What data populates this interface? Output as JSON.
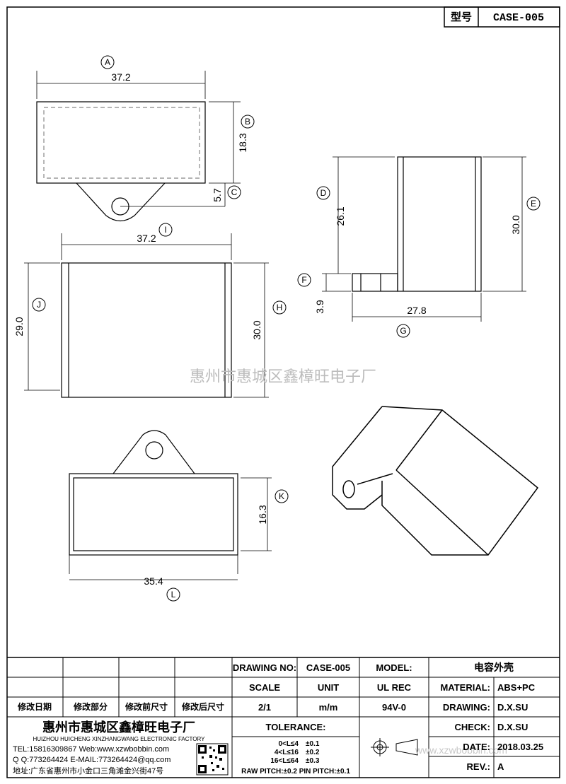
{
  "header": {
    "model_label": "型号",
    "model_value": "CASE-005"
  },
  "dims": {
    "a": "37.2",
    "b": "18.3",
    "c": "5.7",
    "d": "26.1",
    "e": "30.0",
    "f": "3.9",
    "g": "27.8",
    "i": "37.2",
    "j": "29.0",
    "h": "30.0",
    "k": "16.3",
    "l": "35.4"
  },
  "callouts": [
    "A",
    "B",
    "C",
    "D",
    "E",
    "F",
    "G",
    "H",
    "I",
    "J",
    "K",
    "L"
  ],
  "watermark": "惠州市惠城区鑫樟旺电子厂",
  "title_block": {
    "rev_headers": [
      "修改日期",
      "修改部分",
      "修改前尺寸",
      "修改后尺寸"
    ],
    "drawing_no_label": "DRAWING NO:",
    "drawing_no": "CASE-005",
    "model_label": "MODEL:",
    "model": "电容外壳",
    "scale_label": "SCALE",
    "unit_label": "UNIT",
    "ul_label": "UL REC",
    "material_label": "MATERIAL:",
    "material": "ABS+PC",
    "scale": "2/1",
    "unit": "m/m",
    "ul": "94V-0",
    "drawing_label": "DRAWING:",
    "drawing": "D.X.SU",
    "check_label": "CHECK:",
    "check": "D.X.SU",
    "date_label": "DATE:",
    "date": "2018.03.25",
    "rev_label": "REV.:",
    "rev": "A",
    "tolerance_label": "TOLERANCE:",
    "tol_rows": [
      {
        "range": "0<L≤4",
        "tol": "±0.1"
      },
      {
        "range": "4<L≤16",
        "tol": "±0.2"
      },
      {
        "range": "16<L≤64",
        "tol": "±0.3"
      }
    ],
    "pitch_note": "RAW PITCH:±0.2 PIN PITCH:±0.1",
    "company_cn": "惠州市惠城区鑫樟旺电子厂",
    "company_en": "HUIZHOU HUICHENG XINZHANGWANG ELECTRONIC FACTORY",
    "tel": "TEL:15816309867 Web:www.xzwbobbin.com",
    "qq": "Q Q:773264424 E-MAIL:773264424@qq.com",
    "address": "地址:广东省惠州市小金口三角滩金兴街47号",
    "website_watermark": "www.xzwbobbin.com"
  }
}
